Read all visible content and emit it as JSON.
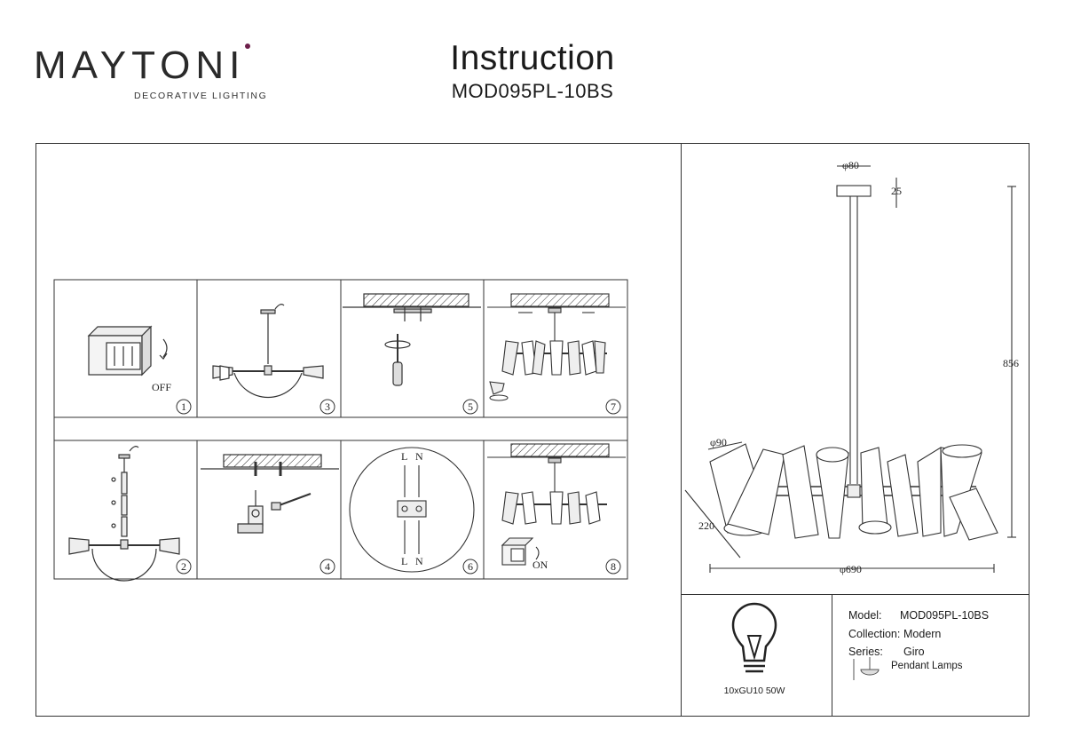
{
  "brand": {
    "name": "MAYTONI",
    "tagline": "DECORATIVE LIGHTING"
  },
  "header": {
    "title": "Instruction",
    "model": "MOD095PL-10BS"
  },
  "steps": {
    "numbers": [
      "1",
      "3",
      "5",
      "7",
      "2",
      "4",
      "6",
      "8"
    ],
    "labels": {
      "off": "OFF",
      "on": "ON"
    },
    "wiring": {
      "l": "L",
      "n": "N"
    }
  },
  "dimensions": {
    "canopy_diameter": "φ80",
    "canopy_height": "25",
    "total_height": "856",
    "shade_diameter": "φ90",
    "depth": "220",
    "width": "φ690"
  },
  "specs": {
    "model_label": "Model:",
    "model_value": "MOD095PL-10BS",
    "collection_label": "Collection:",
    "collection_value": "Modern",
    "series_label": "Series:",
    "series_value": "Giro",
    "type_value": "Pendant Lamps",
    "bulb": "10xGU10 50W"
  }
}
